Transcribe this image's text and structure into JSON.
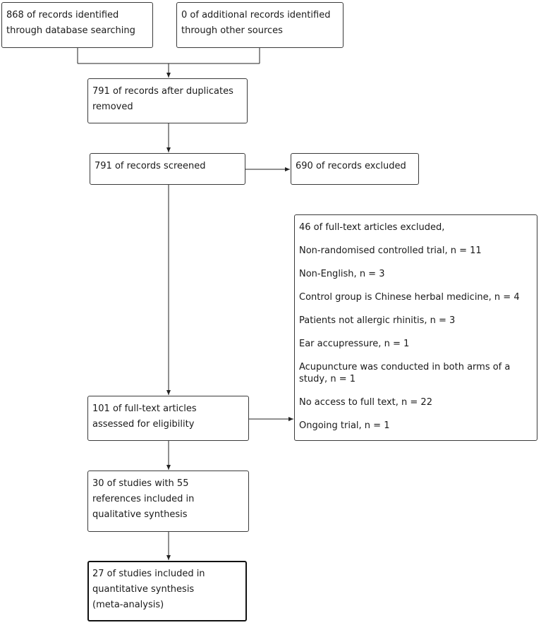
{
  "flow": {
    "identification": {
      "database": [
        "868 of records identified",
        "through database searching"
      ],
      "other": [
        "0 of additional records identified",
        "through other sources"
      ]
    },
    "duplicates_removed": [
      "791 of records after duplicates",
      "removed"
    ],
    "screened": "791 of records screened",
    "screen_excluded": "690 of records excluded",
    "eligibility": [
      "101 of full-text articles",
      "assessed for eligibility"
    ],
    "fulltext_excluded": {
      "heading": "46 of full-text articles excluded,",
      "reasons": [
        "Non-randomised controlled trial, n = 11",
        "Non-English, n = 3",
        "Control group is Chinese herbal medicine, n = 4",
        "Patients not allergic rhinitis, n = 3",
        "Ear accupressure, n = 1",
        "Acupuncture was conducted in both arms of a study, n = 1",
        "No access to full text, n = 22",
        "Ongoing trial, n = 1"
      ]
    },
    "qualitative": [
      "30 of studies with 55",
      "references included in",
      "qualitative synthesis"
    ],
    "quantitative": [
      "27 of studies included in",
      "quantitative synthesis",
      "(meta-analysis)"
    ]
  }
}
